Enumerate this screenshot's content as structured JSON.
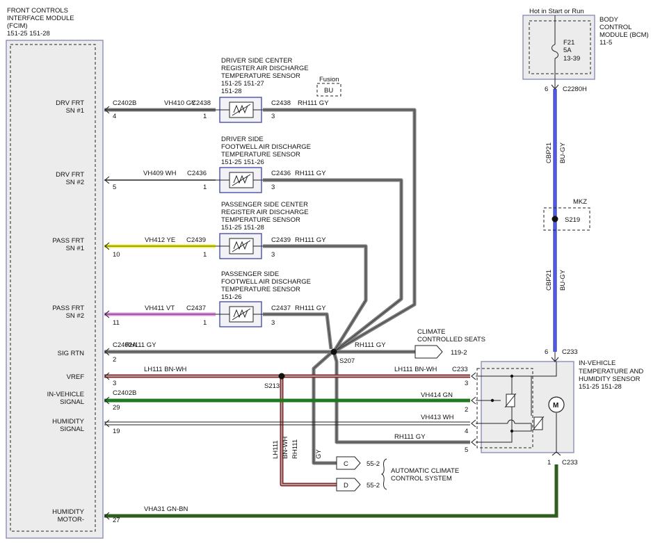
{
  "fcim": {
    "name_line1": "FRONT CONTROLS",
    "name_line2": "INTERFACE MODULE",
    "name_line3": "(FCIM)",
    "pages": "151-25  151-28",
    "pins": [
      {
        "label1": "DRV FRT",
        "label2": "SN #1",
        "pin": "4",
        "conn": "C2402B"
      },
      {
        "label1": "DRV FRT",
        "label2": "SN #2",
        "pin": "5",
        "conn": ""
      },
      {
        "label1": "PASS FRT",
        "label2": "SN #1",
        "pin": "10",
        "conn": ""
      },
      {
        "label1": "PASS FRT",
        "label2": "SN #2",
        "pin": "11",
        "conn": ""
      },
      {
        "label1": "SIG RTN",
        "label2": "",
        "pin": "2",
        "conn": "C2402A"
      },
      {
        "label1": "VREF",
        "label2": "",
        "pin": "3",
        "conn": ""
      },
      {
        "label1": "IN-VEHICLE",
        "label2": "SIGNAL",
        "pin": "29",
        "conn": "C2402B"
      },
      {
        "label1": "HUMIDITY",
        "label2": "SIGNAL",
        "pin": "19",
        "conn": ""
      },
      {
        "label1": "HUMIDITY",
        "label2": "MOTOR-",
        "pin": "27",
        "conn": ""
      }
    ]
  },
  "sensors": [
    {
      "l1": "DRIVER SIDE CENTER",
      "l2": "REGISTER AIR DISCHARGE",
      "l3": "TEMPERATURE SENSOR",
      "l4": "151-25  151-27",
      "l5": "151-28",
      "wire_in": "VH410  GY",
      "conn_in": "C2438",
      "pin_in": "1",
      "conn_out": "C2438",
      "wire_out": "RH111  GY",
      "pin_out": "3"
    },
    {
      "l1": "DRIVER SIDE",
      "l2": "FOOTWELL AIR DISCHARGE",
      "l3": "TEMPERATURE SENSOR",
      "l4": "151-25  151-26",
      "l5": "",
      "wire_in": "VH409  WH",
      "conn_in": "C2436",
      "pin_in": "1",
      "conn_out": "C2436",
      "wire_out": "RH111  GY",
      "pin_out": "3"
    },
    {
      "l1": "PASSENGER SIDE CENTER",
      "l2": "REGISTER AIR DISCHARGE",
      "l3": "TEMPERATURE SENSOR",
      "l4": "151-25  151-28",
      "l5": "",
      "wire_in": "VH412  YE",
      "conn_in": "C2439",
      "pin_in": "1",
      "conn_out": "C2439",
      "wire_out": "RH111  GY",
      "pin_out": "3"
    },
    {
      "l1": "PASSENGER SIDE",
      "l2": "FOOTWELL AIR DISCHARGE",
      "l3": "TEMPERATURE SENSOR",
      "l4": "151-26",
      "l5": "",
      "wire_in": "VH411  VT",
      "conn_in": "C2437",
      "pin_in": "1",
      "conn_out": "C2437",
      "wire_out": "RH111  GY",
      "pin_out": "3"
    }
  ],
  "fusion": {
    "label": "Fusion",
    "code": "BU"
  },
  "bcm": {
    "hot_label": "Hot in Start or Run",
    "name_line1": "BODY",
    "name_line2": "CONTROL",
    "name_line3": "MODULE (BCM)",
    "pages": "11-5",
    "fuse": "F21",
    "amps": "5A",
    "fuse_page": "13-39",
    "pin": "6",
    "conn": "C2280H"
  },
  "cbp": {
    "wire": "CBP21",
    "color": "BU-GY",
    "mkz": "MKZ",
    "splice": "S219"
  },
  "sig_rtn": {
    "wire": "RH111  GY",
    "wire2": "RH111  GY",
    "splice": "S207"
  },
  "seats": {
    "line1": "CLIMATE",
    "line2": "CONTROLLED SEATS",
    "page": "119-2"
  },
  "vref": {
    "wire": "LH111  BN-WH",
    "wire2": "LH111  BN-WH",
    "splice": "S213",
    "conn": "C233"
  },
  "invehicle": {
    "wire": "VH414  GN",
    "conn": "C2402B"
  },
  "humsig": {
    "wire": "VH413  WH"
  },
  "rh_bottom": {
    "wire": "RH111  GY"
  },
  "humotor": {
    "wire": "VHA31  GN-BN"
  },
  "ivths": {
    "line1": "IN-VEHICLE",
    "line2": "TEMPERATURE AND",
    "line3": "HUMIDITY SENSOR",
    "pages": "151-25  151-28",
    "top_pin": "6",
    "top_conn": "C233",
    "bot_pin": "1",
    "bot_conn": "C233",
    "pins": [
      "3",
      "2",
      "4",
      "5"
    ]
  },
  "accs": {
    "line1": "AUTOMATIC CLIMATE",
    "line2": "CONTROL SYSTEM",
    "c_label": "C",
    "d_label": "D",
    "c_page": "55-2",
    "d_page": "55-2",
    "v1": "LH111",
    "v2": "BN-WH",
    "v3": "RH111",
    "v4": "GY"
  },
  "colors": {
    "gray": "#7a7a7a",
    "blue": "#2a34c8",
    "yellow": "#ecec30",
    "violet": "#e090e0",
    "brown": "#7a2e2e",
    "green": "#1f7a1f",
    "darkgreen": "#2f5e1e"
  }
}
